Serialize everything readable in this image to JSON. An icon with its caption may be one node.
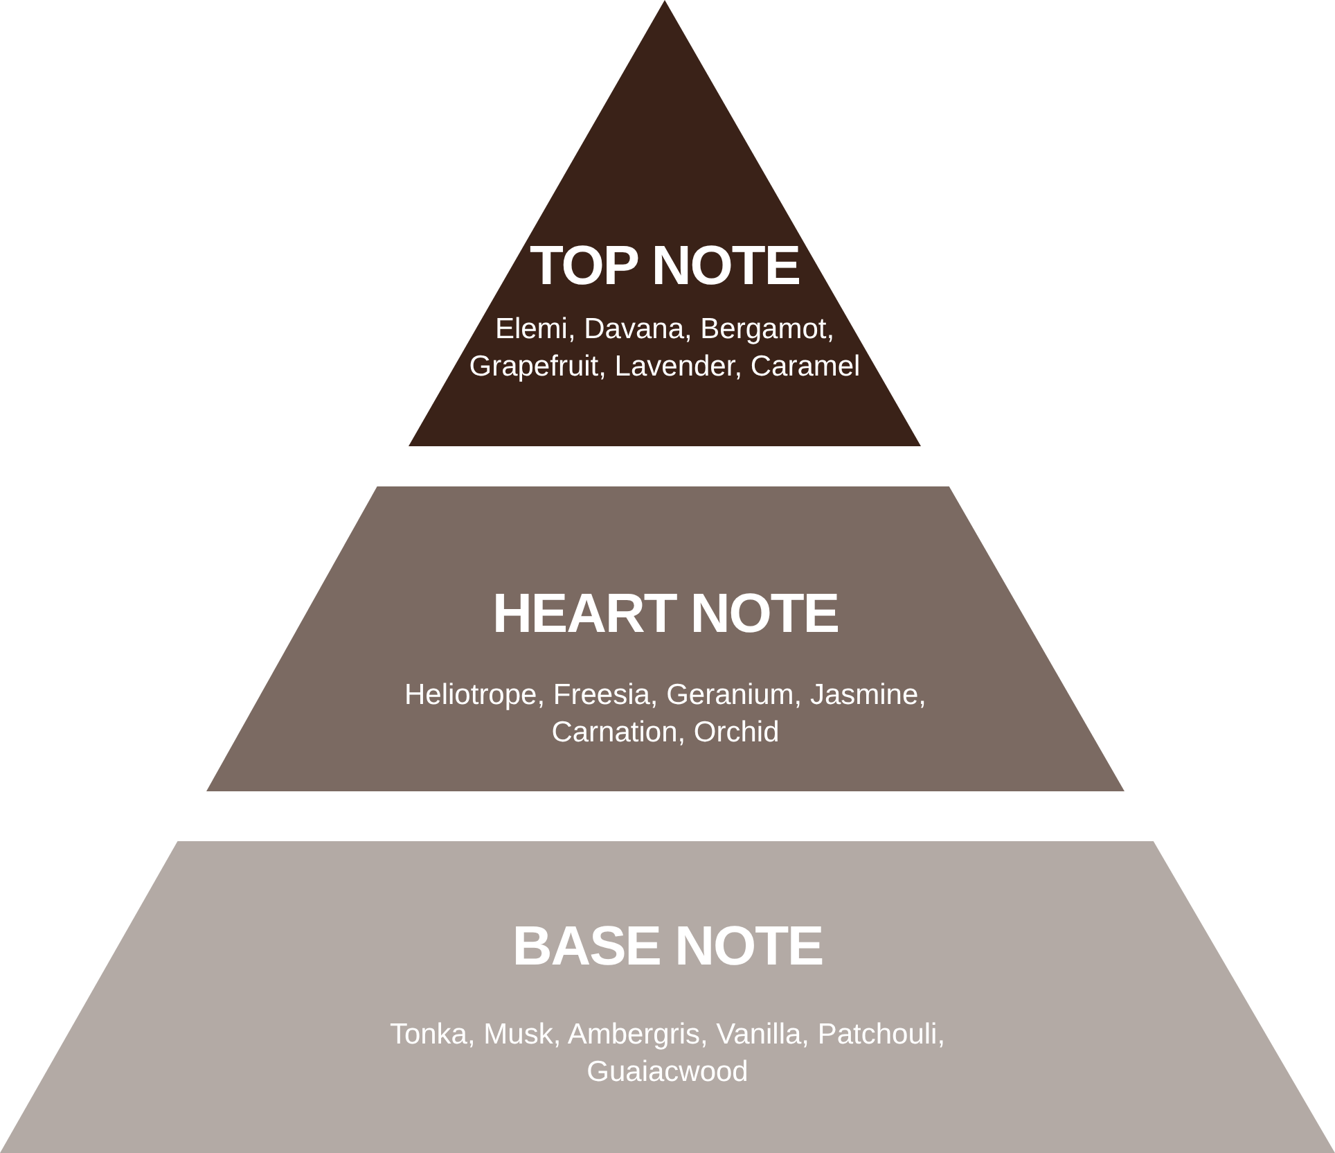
{
  "diagram": {
    "nodes": [
      {
        "text": [
          "TOP NOTE",
          "Elemi, Davana, Bergamot, Grapefruit, Lavender, Caramel"
        ]
      },
      {
        "text": [
          "HEART NOTE",
          "Heliotrope, Freesia, Geranium, Jasmine, Carnation, Orchid"
        ]
      },
      {
        "text": [
          "BASE NOTE",
          "Tonka, Musk, Ambergris, Vanilla, Patchouli, Guaiacwood"
        ]
      }
    ]
  }
}
